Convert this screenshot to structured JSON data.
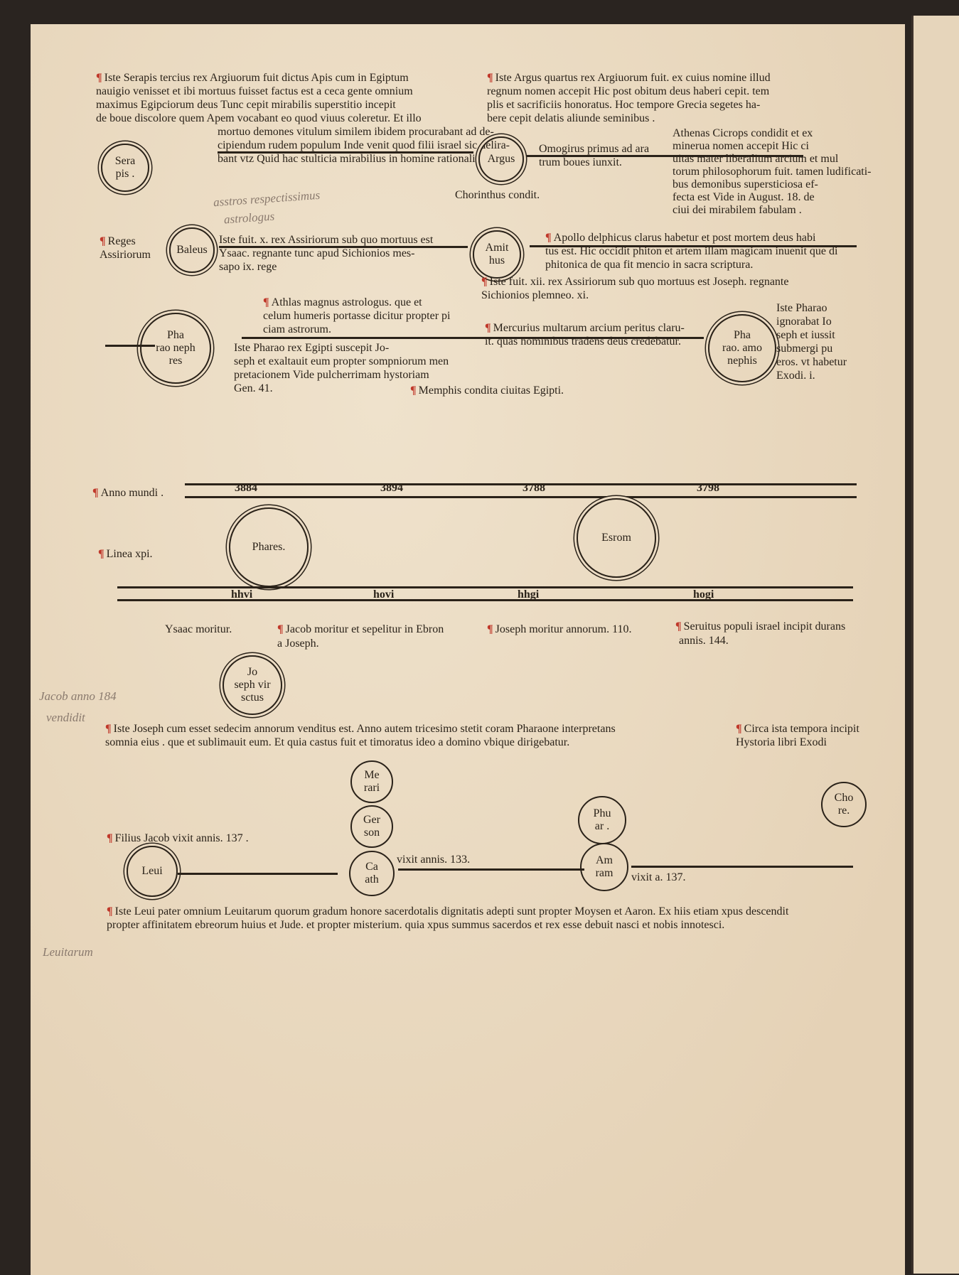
{
  "mark": "¶",
  "serapis": {
    "lines": [
      "Iste Serapis tercius rex Argiuorum fuit dictus Apis cum in Egiptum",
      "nauigio venisset et ibi mortuus fuisset factus est a ceca gente omnium",
      "maximus Egipciorum deus Tunc cepit mirabilis superstitio incepit",
      "de boue discolore quem Apem vocabant eo quod viuus coleretur. Et illo",
      "mortuo demones vitulum similem ibidem procurabant ad de-",
      "cipiendum rudem populum Inde venit quod filii israel sic delira-",
      "bant vtz Quid hac stulticia mirabilius in homine rationali."
    ],
    "circle": "Sera\npis ."
  },
  "argus": {
    "lines": [
      "Iste Argus quartus rex Argiuorum fuit. ex cuius nomine illud",
      "regnum nomen accepit Hic post obitum deus haberi cepit. tem",
      "plis et sacrificiis honoratus. Hoc tempore Grecia segetes ha-",
      "bere cepit delatis aliunde seminibus ."
    ],
    "circle": "Argus",
    "omogirus": [
      "Omogirus primus ad ara",
      "trum boues iunxit."
    ],
    "chorinthus": "Chorinthus condit.",
    "athenas": [
      "Athenas Cicrops condidit et ex",
      "minerua nomen accepit Hic ci",
      "uitas mater liberalium arcium et mul",
      "torum philosophorum fuit. tamen ludificati-",
      "bus demonibus supersticiosa ef-",
      "fecta est Vide in August. 18. de",
      "ciui dei mirabilem fabulam ."
    ]
  },
  "notes": [
    "asstros respectissimus",
    "astrologus",
    "Jacob anno 184",
    "vendidit",
    "Leuitarum"
  ],
  "reges": {
    "label": [
      "Reges",
      "Assiriorum"
    ],
    "circle": "Baleus",
    "text": [
      "Iste fuit. x. rex Assiriorum sub quo mortuus est",
      "Ysaac. regnante tunc apud Sichionios mes-",
      "sapo ix. rege"
    ]
  },
  "amithus": {
    "circle": "Amit\nhus",
    "apollo": [
      "Apollo delphicus clarus habetur et post mortem deus habi",
      "tus est. Hic occidit phiton et artem illam magicam inuenit que di",
      "phitonica de qua fit mencio in sacra scriptura."
    ],
    "iste": [
      "Iste fuit. xii. rex Assiriorum sub quo mortuus est Joseph. regnante",
      "Sichionios plemneo. xi."
    ]
  },
  "athlas": [
    "Athlas magnus astrologus. que et",
    "celum humeris portasse dicitur propter pi",
    "ciam astrorum."
  ],
  "mercurius": [
    "Mercurius multarum arcium peritus claru-",
    "it. quas hominibus tradens deus credebatur."
  ],
  "pharao1": {
    "circle": "Pha\nrao neph\nres",
    "text": [
      "Iste Pharao rex Egipti suscepit Jo-",
      "seph et exaltauit eum propter sompniorum men",
      "pretacionem Vide pulcherrimam hystoriam",
      "Gen. 41."
    ]
  },
  "memphis": "Memphis condita ciuitas Egipti.",
  "pharao2": {
    "circle": "Pha\nrao. amo\nnephis",
    "text": [
      "Iste Pharao",
      "ignorabat Io",
      "seph et iussit",
      "submergi pu",
      "eros. vt habetur",
      "Exodi. i."
    ]
  },
  "timeline": {
    "anno_label": "Anno mundi .",
    "anno": [
      "3884",
      "3894",
      "3788",
      "3798"
    ],
    "linea_label": "Linea xpi.",
    "lower": [
      "hhvi",
      "hovi",
      "hhgi",
      "hogi"
    ],
    "phares": "Phares.",
    "esrom": "Esrom"
  },
  "events": [
    "Ysaac moritur.",
    "Jacob moritur et sepelitur in Ebron",
    "a Joseph.",
    "Joseph moritur annorum. 110.",
    "Seruitus populi israel incipit durans",
    "annis. 144."
  ],
  "joseph": {
    "circle": "Jo\nseph vir\nsctus",
    "text": [
      "Iste Joseph cum esset sedecim annorum venditus est. Anno autem tricesimo stetit coram Pharaone interpretans",
      "somnia eius . que et sublimauit eum. Et quia castus fuit et timoratus ideo a domino vbique dirigebatur."
    ],
    "circa": [
      "Circa ista tempora incipit",
      "Hystoria libri Exodi"
    ]
  },
  "levi": {
    "filii": "Filius Jacob vixit annis. 137 .",
    "levi": "Leui",
    "merari": "Me\nrari",
    "gerson": "Ger\nson",
    "caath": "Ca\nath",
    "caath_note": "vixit annis. 133.",
    "phuar": "Phu\nar .",
    "amram": "Am\nram",
    "amram_note": "vixit a. 137.",
    "chore": "Cho\nre.",
    "text": [
      "Iste Leui pater omnium Leuitarum quorum gradum honore sacerdotalis dignitatis adepti sunt propter Moysen et Aaron. Ex hiis etiam xpus descendit",
      "propter affinitatem ebreorum huius et Jude. et propter misterium. quia xpus summus sacerdos et rex esse debuit nasci et nobis innotesci."
    ]
  },
  "colors": {
    "ink": "#2a2219",
    "rubric": "#c0392b",
    "parchment": "#ecdcc4"
  }
}
